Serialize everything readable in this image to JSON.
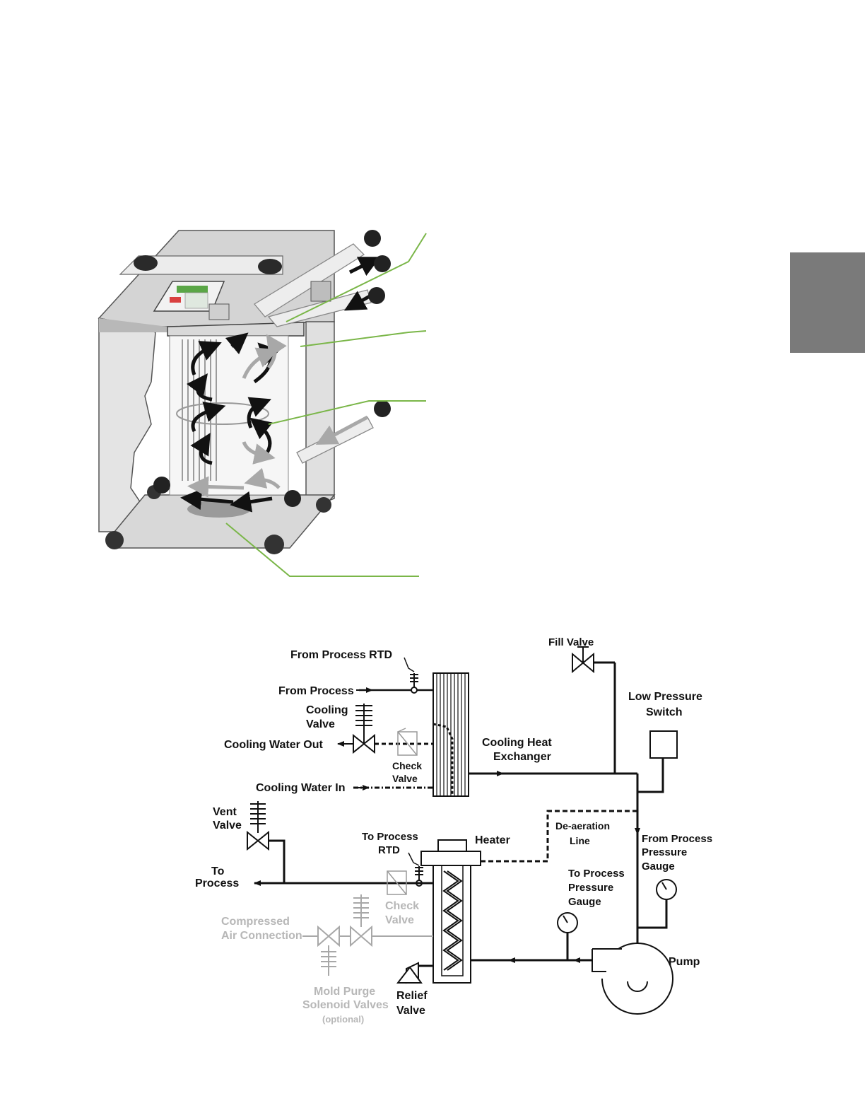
{
  "labels": {
    "from_process_rtd": "From Process  RTD",
    "from_process": "From Process",
    "cooling_valve_1": "Cooling",
    "cooling_valve_2": "Valve",
    "cooling_water_out": "Cooling Water Out",
    "check_valve_top_1": "Check",
    "check_valve_top_2": "Valve",
    "cooling_water_in": "Cooling Water In",
    "cooling_hx_1": "Cooling Heat",
    "cooling_hx_2": "Exchanger",
    "fill_valve": "Fill Valve",
    "low_pressure_1": "Low Pressure",
    "low_pressure_2": "Switch",
    "vent_valve_1": "Vent",
    "vent_valve_2": "Valve",
    "to_process_1": "To",
    "to_process_2": "Process",
    "to_process_rtd_1": "To Process",
    "to_process_rtd_2": "RTD",
    "heater": "Heater",
    "deaeration_1": "De-aeration",
    "deaeration_2": "Line",
    "from_process_gauge_1": "From Process",
    "from_process_gauge_2": "Pressure",
    "from_process_gauge_3": "Gauge",
    "to_process_gauge_1": "To Process",
    "to_process_gauge_2": "Pressure",
    "to_process_gauge_3": "Gauge",
    "check_valve_bottom_1": "Check",
    "check_valve_bottom_2": "Valve",
    "compressed_air_1": "Compressed",
    "compressed_air_2": "Air Connection",
    "mold_purge_1": "Mold Purge",
    "mold_purge_2": "Solenoid Valves",
    "mold_purge_3": "(optional)",
    "relief_valve_1": "Relief",
    "relief_valve_2": "Valve",
    "pump": "Pump"
  },
  "colors": {
    "callout_line": "#7ab648",
    "side_tab": "#7a7a7a",
    "line": "#111111",
    "optional_grey": "#b7b7b7",
    "machine_fill": "#e6e6e6",
    "machine_top": "#d2d2d2"
  }
}
